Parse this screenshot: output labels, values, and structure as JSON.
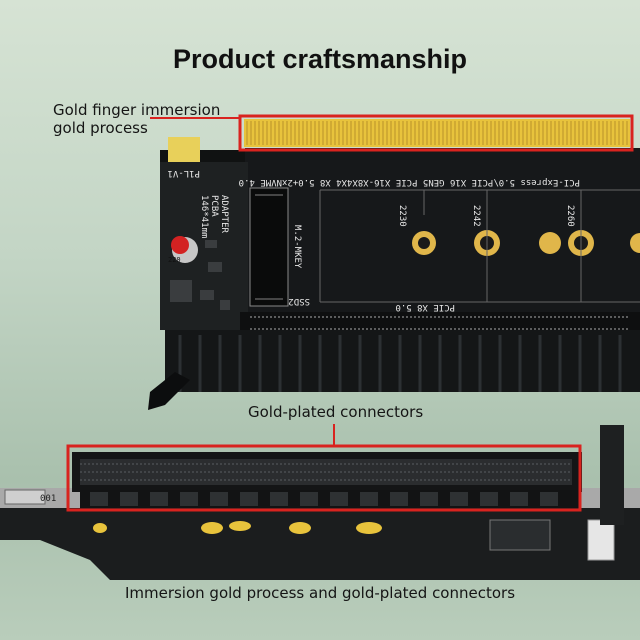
{
  "title": "Product craftsmanship",
  "callouts": {
    "gold_finger_line1": "Gold finger immersion",
    "gold_finger_line2": "gold process",
    "connectors": "Gold-plated connectors"
  },
  "footer_caption": "Immersion gold process and gold-plated connectors",
  "pcb_silkscreen": {
    "board_id": "P1L-V1",
    "adapter_lines": [
      "ADAPTER",
      "PCBA",
      "146*41mm"
    ],
    "cap_label": "220",
    "header_text": "PCI-Express 5.0\\PCIE X16 GEN5   PCIE X16-X8X4X4  X8 5.0+2xNVME 4.0",
    "size_labels": [
      "2230",
      "2242",
      "2260"
    ],
    "slot_label": "M.2-MKEY",
    "ssd_label": "SSD2",
    "bottom_text": "PCIE X8 5.0",
    "bottom_board_label": "001"
  },
  "colors": {
    "highlight_frame": "#d9231f",
    "gold": "#e8c33c",
    "pcb": "#1a1c1c"
  }
}
